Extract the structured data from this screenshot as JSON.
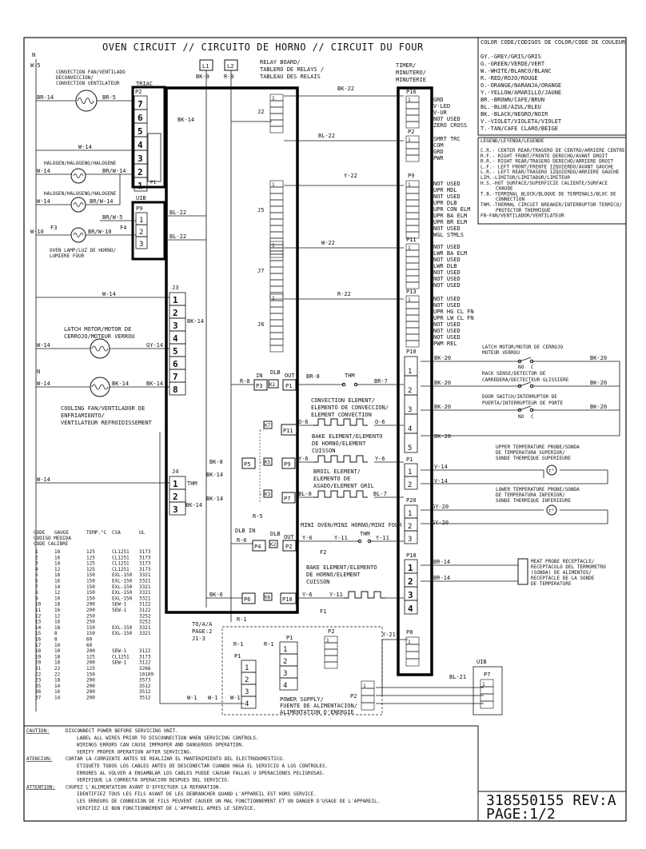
{
  "title": "OVEN CIRCUIT // CIRCUITO DE HORNO // CIRCUIT DU FOUR",
  "doc_id": "318550155 REV:A",
  "page": "PAGE:1/2",
  "color_codes": {
    "header": "COLOR CODE/CODIGOS DE COLOR/CODE DE COULEUR",
    "items": [
      "GY.-GREY/GRIS/GRIS",
      "G.-GREEN/VERDE/VERT",
      "W.-WHITE/BLANCO/BLANC",
      "R.-RED/ROJO/ROUGE",
      "O.-ORANGE/NARANJA/ORANGE",
      "Y.-YELLOW/AMARILLO/JAUNE",
      "BR.-BROWN/CAFE/BRUN",
      "BL.-BLUE/AZUL/BLEU",
      "BK.-BLACK/NEGRO/NOIR",
      "V.-VIOLET/VIOLETA/VIOLET",
      "T.-TAN/CAFE CLARO/BEIGE"
    ]
  },
  "legend": {
    "header": "LEGEND/LEYENDA/LEGENDE",
    "items": [
      "C.R.- CENTER REAR/TRASERO DE CENTRO/ARRIERE CENTRE",
      "R.F.- RIGHT FRONT/FRENTE DERECHO/AVANT DROIT",
      "R.R.- RIGHT REAR/TRASERO DERECHO/ARRIERE DROIT",
      "L.F.- LEFT FRONT/FRENTE IZQUIERDO/AVANT GAUCHE",
      "L.R.- LEFT REAR/TRASERO IZQUIERDO/ARRIERE GAUCHE",
      "LIM.-LIMITOR/LIMITADOR/LIMITEUR",
      "H.S.-HOT SURFACE/SUPERFICIE CALIENTE/SURFACE",
      "CHAUDE",
      "T.B.-TERMINAL BLOCK/BLOQUE DE TERMINALS/BLOC DE",
      "CONNECTION",
      "THM.-THERMAL CIRCUIT BREAKER/INTERRUPTOR TERMICO/",
      "PROTECTOR THERMIQUE",
      "FN-FAN/VENTILADOR/VENTILATEUR"
    ]
  },
  "labels": {
    "n": "N",
    "w5": "W-5",
    "l1": "L1",
    "l2": "L2",
    "bk9": "BK-9",
    "r9": "R-9",
    "relay": [
      "RELAY BOARD/",
      "TABLERO DE RELAYS /",
      "TABLEAU DES RELAIS"
    ],
    "timer": [
      "TIMER/",
      "MINUTERO/",
      "MINUTERIE"
    ],
    "conv_fan": [
      "CONVECTION FAN/VENTILADO",
      "DECONVECCION/",
      "CONVECTION VENTILATEUR"
    ],
    "triac": "TRIAC",
    "halogen1": "HALOGEN/HALOGENO/HALOGENE",
    "halogen2": "HALOGEN/HALOGENO/HALOGENE",
    "uib": "UIB",
    "oven_lamp": [
      "OVEN LAMP/LUZ DE HORNO/",
      "LUMIERE FOUR"
    ],
    "f3": "F3",
    "f4": "F4",
    "latch": [
      "LATCH MOTOR/MOTOR DE",
      "CERROJO/MOTEUR VERROU"
    ],
    "cool_fan": [
      "COOLING FAN/VENTILADOR DE",
      "ENFRIAMIENTO/",
      "VENTILATEUR REFROIDISSEMENT"
    ],
    "conv_elem": [
      "CONVECTION ELEMENT/",
      "ELEMENTO DE CONVECCION/",
      "ELEMENT CONVECTION"
    ],
    "bake_elem": [
      "BAKE ELEMENT/ELEMENTO",
      "DE HORNO/ELEMENT",
      "CUISSON"
    ],
    "broil_elem": [
      "BROIL ELEMENT/",
      "ELEMENTO DE",
      "ASADO/ELEMENT GRIL"
    ],
    "mini": "MINI OVEN/MINI HORNO/MINI FOUR",
    "bake_elem2": [
      "BAKE ELEMENT/ELEMENTO",
      "DE HORNO/ELEMENT",
      "CUISSON"
    ],
    "f1": "F1",
    "f2": "F2",
    "thm": "THM",
    "dlb": "DLB",
    "in": "IN",
    "out": "OUT",
    "dlb_in": "DLB IN",
    "to_page": [
      "TO/A/A",
      "PAGE:2",
      "J1-3"
    ],
    "power_supply": [
      "POWER SUPPLY/",
      "FUENTE DE ALIMENTACION/",
      "ALIMENTATION D'ENERGIE"
    ],
    "latch_r": [
      "LATCH MOTOR/MOTOR DE CERROJO",
      "MOTEUR VERROU"
    ],
    "rack": [
      "RACK SENSE/DETECTOR DE",
      "CARREDERA/DECTECTEUR GLISSIERE"
    ],
    "door": [
      "DOOR SWITCH/INTERRUPTOR DE",
      "PUERTA/INTERRUPTEUR DE PORTE"
    ],
    "upper_probe": [
      "UPPER TEMPERATURE PROBE/SONDA",
      "DE TEMPERATURA SUPERIOR/",
      "SONDE THERMIQUE SUPERIEURE"
    ],
    "lower_probe": [
      "LOWER TEMPERATURE PROBE/SONDA",
      "DE TEMPERATURA INFERIOR/",
      "SONDE THERMIQUE INFERIEURE"
    ],
    "meat_probe": [
      "MEAT PROBE RECEPTACLE/",
      "RECEPTACULO DEL TERMOMETRO",
      "(SONDA) DE ALIMENTOS/",
      "RECEPTACLE DE LA SONDE",
      "DE TEMPERATURE"
    ],
    "no": "NO",
    "c": "C"
  },
  "timer_pins": {
    "p16": [
      "GRD",
      "V-LED",
      "V-UR",
      "NOT USED",
      "ZERO CROSS"
    ],
    "p2": [
      "SMRT TRC",
      "COM",
      "GRD",
      "PWR"
    ],
    "p9": [
      "NOT USED",
      "UPR MDL",
      "NOT USED",
      "UPR DLB",
      "UPR CON ELM",
      "UPR BA ELM",
      "UPR BR ELM",
      "NOT USED",
      "WGL STMLS"
    ],
    "p11": [
      "NOT USED",
      "LWR BA ELM",
      "NOT USED",
      "LWR DLB",
      "NOT USED",
      "NOT USED",
      "NOT USED"
    ],
    "p13": [
      "NOT USED",
      "NOT USED",
      "UPR HG CL FN",
      "UPR LW CL FN",
      "NOT USED",
      "NOT USED",
      "NOT USED",
      "PWM REL"
    ]
  },
  "wires": {
    "br14": "BR-14",
    "br5": "BR-5",
    "bk14": "BK-14",
    "bk22": "BK-22",
    "bl22": "BL-22",
    "y22": "Y-22",
    "w22": "W-22",
    "r22": "R-22",
    "w14": "W-14",
    "brw14": "BR/W-14",
    "brw5": "BR/W-5",
    "w10": "W-10",
    "brw10": "BR/W-10",
    "gy14": "GY-14",
    "r8": "R-8",
    "br8": "BR-8",
    "br7": "BR-7",
    "o6": "O-6",
    "bk8": "BK-8",
    "y6": "Y-6",
    "bl8": "BL-8",
    "bl7": "BL-7",
    "r6": "R-6",
    "r5": "R-5",
    "y11": "Y-11",
    "bk6": "BK-6",
    "r1": "R-1",
    "w1": "W-1",
    "y21": "Y-21",
    "bl21": "BL-21",
    "bk20": "BK-20",
    "v14": "V-14",
    "gy20": "GY-20"
  },
  "gauge_table": {
    "headers": [
      "CODE",
      "GAUGE",
      "TEMP.°C",
      "CSA",
      "UL"
    ],
    "subheaders": [
      "CODIGO MEDIDA",
      "CODE   CALIBRE"
    ],
    "rows": [
      [
        "1",
        "18",
        "125",
        "CL1251",
        "3173"
      ],
      [
        "2",
        "16",
        "125",
        "CL1251",
        "3173"
      ],
      [
        "3",
        "14",
        "125",
        "CL1251",
        "3173"
      ],
      [
        "4",
        "12",
        "125",
        "CL1251",
        "3173"
      ],
      [
        "5",
        "18",
        "150",
        "EXL-150",
        "3321"
      ],
      [
        "6",
        "16",
        "150",
        "EXL-150",
        "3321"
      ],
      [
        "7",
        "14",
        "150",
        "EXL-150",
        "3321"
      ],
      [
        "8",
        "12",
        "150",
        "EXL-150",
        "3321"
      ],
      [
        "9",
        "10",
        "150",
        "EXL-150",
        "3321"
      ],
      [
        "10",
        "18",
        "200",
        "SEW-1",
        "3122"
      ],
      [
        "11",
        "16",
        "200",
        "SEW-1",
        "3122"
      ],
      [
        "12",
        "12",
        "250",
        "",
        "3252"
      ],
      [
        "13",
        "16",
        "250",
        "",
        "3252"
      ],
      [
        "14",
        "18",
        "150",
        "EXL-150",
        "3321"
      ],
      [
        "15",
        "8",
        "150",
        "EXL-150",
        "3321"
      ],
      [
        "16",
        "8",
        "60",
        "",
        ""
      ],
      [
        "17",
        "10",
        "60",
        "",
        ""
      ],
      [
        "18",
        "10",
        "200",
        "SEW-1",
        "3122"
      ],
      [
        "19",
        "18",
        "125",
        "CL1251",
        "3173"
      ],
      [
        "20",
        "18",
        "200",
        "SEW-1",
        "3122"
      ],
      [
        "21",
        "22",
        "125",
        "",
        "3266"
      ],
      [
        "22",
        "22",
        "150",
        "",
        "10109"
      ],
      [
        "23",
        "18",
        "200",
        "",
        "3573"
      ],
      [
        "35",
        "14",
        "200",
        "",
        "3512"
      ],
      [
        "36",
        "16",
        "200",
        "",
        "3512"
      ],
      [
        "37",
        "14",
        "200",
        "",
        "3512"
      ]
    ]
  },
  "caution": [
    [
      "CAUTION:",
      "DISCONNECT POWER BEFORE SERVICING UNIT."
    ],
    [
      "",
      "LABEL ALL WIRES PRIOR TO DISCONNECTION WHEN SERVICING CONTROLS."
    ],
    [
      "",
      "WIRINGS ERRORS CAN CAUSE IMPROPER AND DANGEROUS OPERATION."
    ],
    [
      "",
      "VERIFY PROPER OPERATION AFTER SERVICING."
    ],
    [
      "ATENCION:",
      "CORTAR LA CORRIENTE ANTES DE REALIZAR EL MANTENIMIENTO DEL ELECTRODOMESTICO."
    ],
    [
      "",
      "ETIQUETE TODOS LOS CABLES ANTES DE DESCONECTAR CUANDO HAGA EL SERVICIO A LOS CONTROLES."
    ],
    [
      "",
      "ERRORES AL VOLVER A ENSAMBLAR LOS CABLES PUEDE CAUSAR FALLAS U OPERACIONES PELIGROSAS."
    ],
    [
      "",
      "VERIFIQUE LA CORRECTA OPERACION DESPUES DEL SERVICIO."
    ],
    [
      "ATTENTION:",
      "COUPEZ L'ALIMENTATION AVANT D'EFFECTUER LA REPARATION."
    ],
    [
      "",
      "IDENTIFIEZ TOUS LES FILS AVANT DE LES DEBRANCHER QUAND L'APPAREIL EST HORS SERVICE."
    ],
    [
      "",
      "LES ERREURS DE CONNEXION DE FILS PEUVENT CAUSER UN MAL FONCTIONNEMENT ET UN DANGER D'USAGE DE L'APPAREIL."
    ],
    [
      "",
      "VERIFIEZ LE BON FONCTIONNEMENT DE L'APPAREIL APRES LE SERVICE."
    ]
  ],
  "connectors": [
    "P2",
    "P1",
    "P9",
    "J3",
    "J4",
    "J2",
    "J5",
    "J7",
    "J6",
    "P16",
    "P11",
    "P13",
    "P10",
    "P20",
    "P18",
    "P8",
    "P7",
    "P3",
    "P5",
    "P4",
    "P6",
    "P11",
    "P9",
    "P7",
    "P2",
    "P10",
    "P1",
    "P2"
  ],
  "element_tags": [
    "K1",
    "K7",
    "K5",
    "K3",
    "K2",
    "K6"
  ]
}
